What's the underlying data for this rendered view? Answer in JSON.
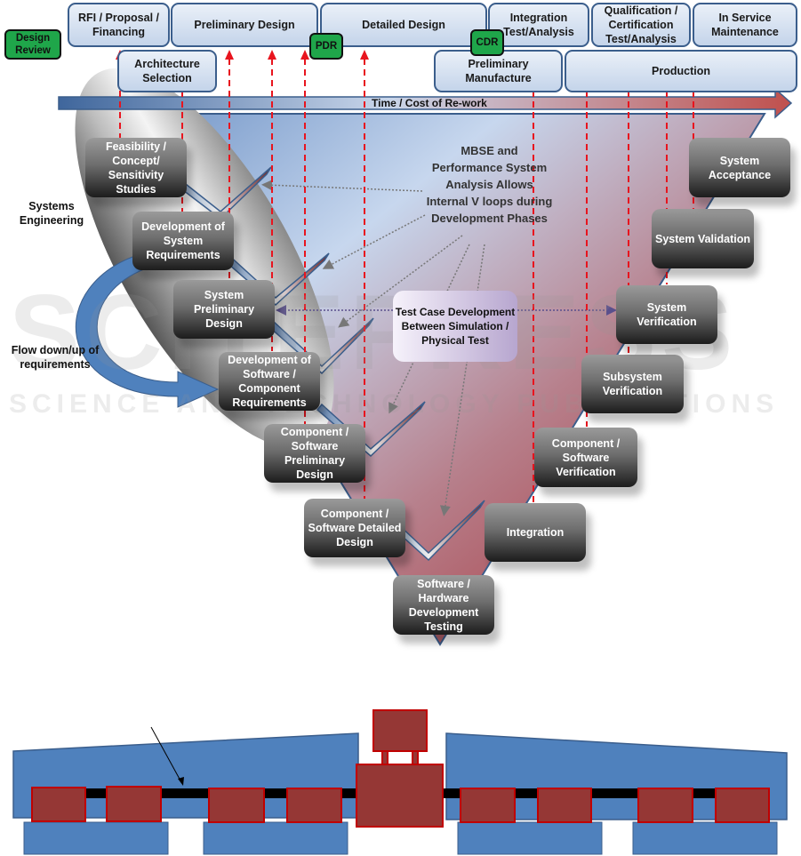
{
  "phases_top": [
    {
      "id": "rfi",
      "label": "RFI / Proposal / Financing"
    },
    {
      "id": "preliminary-design",
      "label": "Preliminary Design"
    },
    {
      "id": "detailed-design",
      "label": "Detailed Design"
    },
    {
      "id": "integration",
      "label": "Integration Test/Analysis"
    },
    {
      "id": "qualification",
      "label": "Qualification / Certification Test/Analysis"
    },
    {
      "id": "in-service",
      "label": "In Service Maintenance"
    }
  ],
  "phases_bottom": [
    {
      "id": "architecture",
      "label": "Architecture Selection"
    },
    {
      "id": "preliminary-manufacture",
      "label": "Preliminary Manufacture"
    },
    {
      "id": "production",
      "label": "Production"
    }
  ],
  "reviews": {
    "legend": "Design Review",
    "pdr": "PDR",
    "cdr": "CDR"
  },
  "time_axis": {
    "label": "Time / Cost of Re-work"
  },
  "left_steps": [
    "Feasibility / Concept/ Sensitivity Studies",
    "Development of System Requirements",
    "System Preliminary Design",
    "Development of Software / Component Requirements",
    "Component / Software Preliminary Design",
    "Component / Software Detailed Design"
  ],
  "bottom_step": "Software / Hardware Development Testing",
  "right_steps": [
    "Integration",
    "Component / Software Verification",
    "Subsystem Verification",
    "System Verification",
    "System Validation",
    "System Acceptance"
  ],
  "annotations": {
    "systems_engineering": "Systems Engineering",
    "flow": "Flow down/up of requirements",
    "mbse": "MBSE and Performance System Analysis Allows Internal V loops during Development Phases",
    "test_case": "Test Case Development Between Simulation / Physical Test"
  },
  "watermark": {
    "main": "SCITEPRESS",
    "sub": "SCIENCE AND TECHNOLOGY PUBLICATIONS"
  },
  "colors": {
    "phase_border": "#3b5e8c",
    "review_green": "#1fa64a",
    "feedback_red": "#e8141e",
    "schematic_blue": "#4f81bd",
    "schematic_red": "#953735"
  }
}
